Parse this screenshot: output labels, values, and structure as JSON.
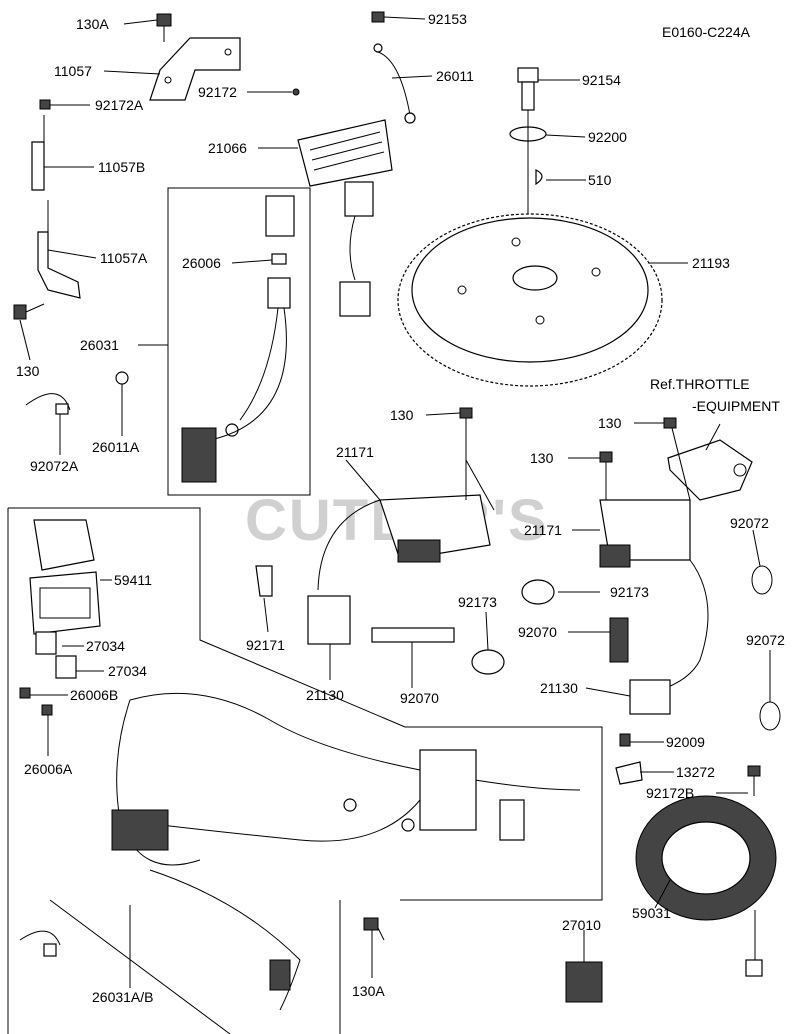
{
  "diagram": {
    "code": "E0160-C224A",
    "watermark": "CUTLER'S",
    "reference_note": [
      "Ref.THROTTLE",
      "-EQUIPMENT"
    ],
    "labels": {
      "p130A_top": "130A",
      "p11057": "11057",
      "p92172A": "92172A",
      "p11057B": "11057B",
      "p11057A": "11057A",
      "p130_left": "130",
      "p92072A": "92072A",
      "p26011A": "26011A",
      "p26031": "26031",
      "p26006": "26006",
      "p92153": "92153",
      "p26011": "26011",
      "p92172": "92172",
      "p21066": "21066",
      "p92154": "92154",
      "p92200": "92200",
      "p510": "510",
      "p21193": "21193",
      "p130_mid": "130",
      "p21171_left": "21171",
      "p130_r1": "130",
      "p130_r2": "130",
      "p21171_right": "21171",
      "p92072_a": "92072",
      "p92072_b": "92072",
      "p92173_a": "92173",
      "p92173_b": "92173",
      "p92070_a": "92070",
      "p92070_b": "92070",
      "p92171": "92171",
      "p21130_left": "21130",
      "p21130_right": "21130",
      "p59411": "59411",
      "p27034_a": "27034",
      "p27034_b": "27034",
      "p26006B": "26006B",
      "p26006A": "26006A",
      "p92009": "92009",
      "p13272": "13272",
      "p92172B": "92172B",
      "p59031": "59031",
      "p27010": "27010",
      "p130A_bottom": "130A",
      "p26031AB": "26031A/B"
    }
  }
}
